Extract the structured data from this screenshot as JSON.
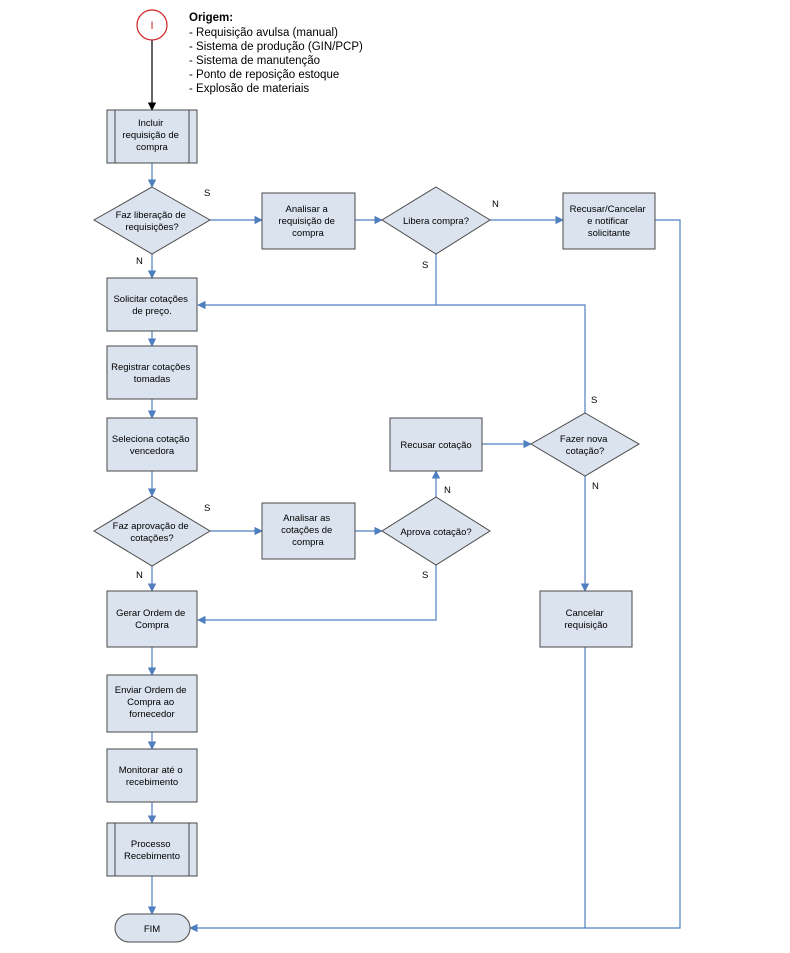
{
  "start": {
    "symbol": "I"
  },
  "origin": {
    "title": "Origem:",
    "items": [
      "- Requisição avulsa (manual)",
      "- Sistema de produção (GIN/PCP)",
      "- Sistema de manutenção",
      "- Ponto de reposição estoque",
      "- Explosão de materiais"
    ]
  },
  "nodes": {
    "incluir": [
      "Incluir",
      "requisição de",
      "compra"
    ],
    "faz_lib": [
      "Faz liberação de",
      "requisições?"
    ],
    "analisar_req": [
      "Analisar a",
      "requisição de",
      "compra"
    ],
    "libera": [
      "Libera compra?"
    ],
    "recusar_cancelar": [
      "Recusar/Cancelar",
      "e notificar",
      "solicitante"
    ],
    "solicitar": [
      "Solicitar cotações",
      "de preço."
    ],
    "registrar": [
      "Registrar cotações",
      "tomadas"
    ],
    "seleciona": [
      "Seleciona cotação",
      "vencedora"
    ],
    "recusar_cot": [
      "Recusar cotação"
    ],
    "fazer_nova": [
      "Fazer nova",
      "cotação?"
    ],
    "faz_aprov": [
      "Faz aprovação de",
      "cotações?"
    ],
    "analisar_cot": [
      "Analisar as",
      "cotações de",
      "compra"
    ],
    "aprova": [
      "Aprova cotação?"
    ],
    "gerar": [
      "Gerar Ordem de",
      "Compra"
    ],
    "cancelar_req": [
      "Cancelar",
      "requisição"
    ],
    "enviar": [
      "Enviar Ordem de",
      "Compra ao",
      "fornecedor"
    ],
    "monitorar": [
      "Monitorar até o",
      "recebimento"
    ],
    "processo": [
      "Processo",
      "Recebimento"
    ],
    "fim": [
      "FIM"
    ]
  },
  "edge_labels": {
    "faz_lib_s": "S",
    "faz_lib_n": "N",
    "libera_n": "N",
    "libera_s": "S",
    "fazer_nova_s": "S",
    "fazer_nova_n": "N",
    "recusar_cot_n": "N",
    "faz_aprov_s": "S",
    "faz_aprov_n": "N",
    "aprova_s": "S"
  },
  "colors": {
    "box_fill": "#dbe3ef",
    "box_stroke": "#4a4a4a",
    "connector": "#4f7fbf",
    "start_stroke": "#cc2222"
  }
}
